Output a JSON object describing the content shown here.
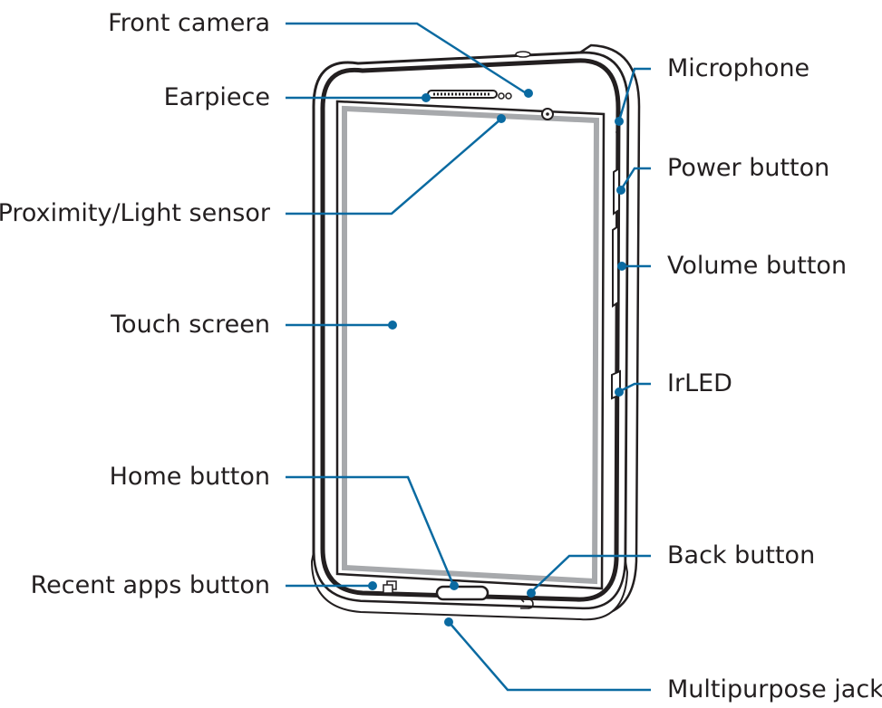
{
  "labels": {
    "front_camera": "Front camera",
    "earpiece": "Earpiece",
    "proximity_light_sensor": "Proximity/Light sensor",
    "touch_screen": "Touch screen",
    "home_button": "Home button",
    "recent_apps_button": "Recent apps button",
    "microphone": "Microphone",
    "power_button": "Power button",
    "volume_button": "Volume button",
    "irled": "IrLED",
    "back_button": "Back button",
    "multipurpose_jack": "Multipurpose jack"
  },
  "colors": {
    "callout_line": "#0a6aa1",
    "device_outline": "#231f20",
    "screen_border": "#a7a9ac",
    "label_text": "#231f20"
  }
}
